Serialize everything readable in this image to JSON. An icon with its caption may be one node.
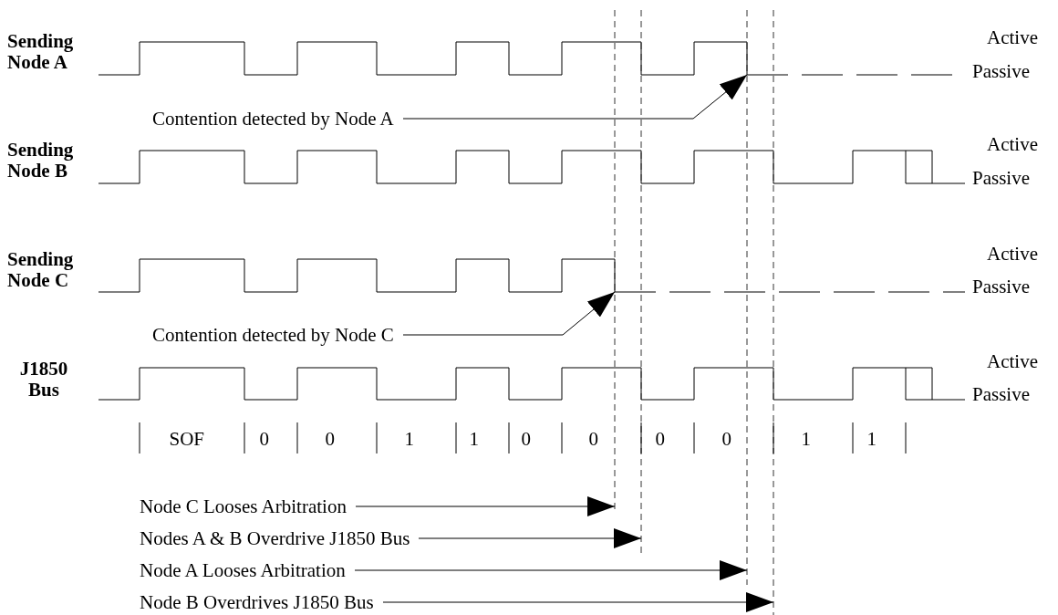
{
  "diagram": {
    "nodes": [
      {
        "text": [
          "Contention detected by Node A"
        ]
      },
      {
        "text": [
          "Contention detected by Node C"
        ]
      },
      {
        "text": [
          "Node C Looses Arbitration"
        ]
      },
      {
        "text": [
          "Nodes A & B Overdrive J1850 Bus"
        ]
      },
      {
        "text": [
          "Node A Looses Arbitration"
        ]
      },
      {
        "text": [
          "Node B Overdrives J1850 Bus"
        ]
      },
      {
        "text": [],
        "shape": "waveform"
      },
      {
        "text": [],
        "shape": "waveform"
      },
      {
        "text": [],
        "shape": "line"
      },
      {
        "text": [],
        "shape": "line"
      },
      {
        "text": [],
        "shape": "line"
      },
      {
        "text": [],
        "shape": "line"
      }
    ],
    "edges": [
      {
        "from": 0,
        "to": 6,
        "arrow": "to"
      },
      {
        "from": 1,
        "to": 7,
        "arrow": "to"
      },
      {
        "from": 2,
        "to": 8,
        "arrow": "to"
      },
      {
        "from": 3,
        "to": 9,
        "arrow": "to"
      },
      {
        "from": 4,
        "to": 10,
        "arrow": "to"
      },
      {
        "from": 5,
        "to": 11,
        "arrow": "to"
      }
    ],
    "labels": [
      "Sending Node A",
      "Active",
      "Passive",
      "Sending Node B",
      "Active",
      "Passive",
      "Sending Node C",
      "Active",
      "Passive",
      "J1850 Bus",
      "Active",
      "Passive",
      "SOF",
      "0",
      "0",
      "1",
      "1",
      "0",
      "0",
      "0",
      "0",
      "1",
      "1"
    ]
  }
}
